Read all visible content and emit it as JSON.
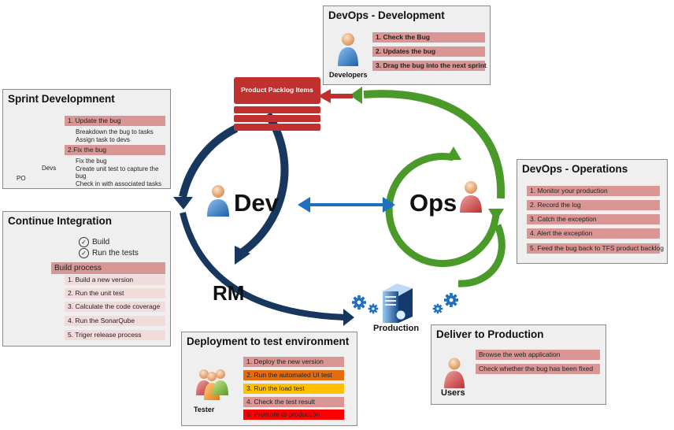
{
  "center": {
    "dev": "Dev",
    "ops": "Ops",
    "rm": "RM"
  },
  "backlog": {
    "label": "Product Packlog Items"
  },
  "production": {
    "label": "Production"
  },
  "devops_dev": {
    "title": "DevOps - Development",
    "role": "Developers",
    "items": [
      "1. Check the Bug",
      "2. Updates the bug",
      "3. Drag the bug into the next sprint"
    ]
  },
  "sprint": {
    "title": "Sprint Developmnent",
    "po": "PO",
    "devs": "Devs",
    "step1": "1. Update the bug",
    "step1_sub": [
      "Breakdown the bug to tasks",
      "Assign task to devs"
    ],
    "step2": "2.Fix the bug",
    "step2_sub": [
      "Fix the bug",
      "Create unit test to capture the",
      "bug",
      "Check in with associated tasks"
    ]
  },
  "ci": {
    "title": "Continue Integration",
    "checks": [
      "Build",
      "Run the tests"
    ],
    "header": "Build process",
    "items": [
      "1. Build a new version",
      "2. Run the unit test",
      "3. Calculate the code coverage",
      "4. Run the SonarQube",
      "5. Triger release process"
    ]
  },
  "deploy": {
    "title": "Deployment to test environment",
    "role": "Tester",
    "items": [
      "1. Deploy the new version",
      "2. Run the automated UI test",
      "3. Run the load test",
      "4. Check the test result",
      "5. Promote to production"
    ],
    "colors": [
      "#d99694",
      "#e46c0a",
      "#ffc000",
      "#d99694",
      "#ff0000"
    ]
  },
  "ops_panel": {
    "title": "DevOps - Operations",
    "items": [
      "1. Monitor your production",
      "2. Record the log",
      "3. Catch the exception",
      "4. Alert the exception",
      "5. Feed the bug back to TFS product backlog"
    ]
  },
  "deliver": {
    "title": "Deliver to Production",
    "role": "Users",
    "items": [
      "Browse the web application",
      "Check whether the bug has been fixed"
    ]
  },
  "colors": {
    "dev_loop": "#17375e",
    "ops_loop": "#4a9a2a",
    "backlog": "#c0302e",
    "link": "#1f6fc1",
    "row": "#d99694",
    "row_light": "#f2dcdb"
  }
}
